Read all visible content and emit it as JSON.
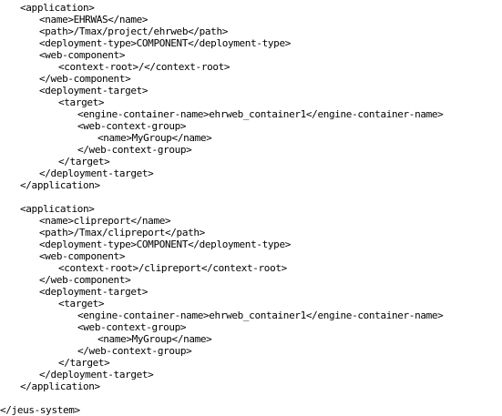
{
  "document": {
    "lines": [
      "<application>",
      "<name>EHRWAS</name>",
      "<path>/Tmax/project/ehrweb</path>",
      "<deployment-type>COMPONENT</deployment-type>",
      "<web-component>",
      "<context-root>/</context-root>",
      "</web-component>",
      "<deployment-target>",
      "<target>",
      "<engine-container-name>ehrweb_container1</engine-container-name>",
      "<web-context-group>",
      "<name>MyGroup</name>",
      "</web-context-group>",
      "</target>",
      "</deployment-target>",
      "</application>",
      "<application>",
      "<name>clipreport</name>",
      "<path>/Tmax/clipreport</path>",
      "<deployment-type>COMPONENT</deployment-type>",
      "<web-component>",
      "<context-root>/clipreport</context-root>",
      "</web-component>",
      "<deployment-target>",
      "<target>",
      "<engine-container-name>ehrweb_container1</engine-container-name>",
      "<web-context-group>",
      "<name>MyGroup</name>",
      "</web-context-group>",
      "</target>",
      "</deployment-target>",
      "</application>",
      "</jeus-system>"
    ]
  }
}
